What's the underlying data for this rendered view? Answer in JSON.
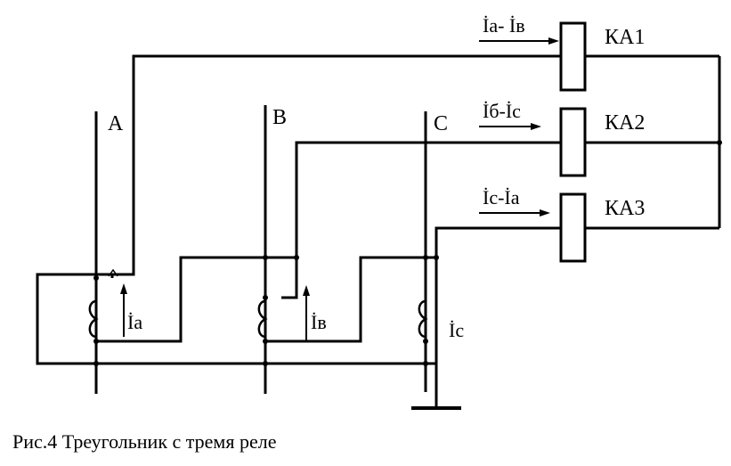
{
  "diagram": {
    "phases": [
      "A",
      "B",
      "C"
    ],
    "relays": [
      "КА1",
      "КА2",
      "КА3"
    ],
    "relay_currents": [
      "İa- İв",
      "İб-İс",
      "İс-İa"
    ],
    "ct_currents": [
      "İa",
      "İв",
      "İс"
    ]
  },
  "caption": "Рис.4  Треугольник с тремя реле"
}
